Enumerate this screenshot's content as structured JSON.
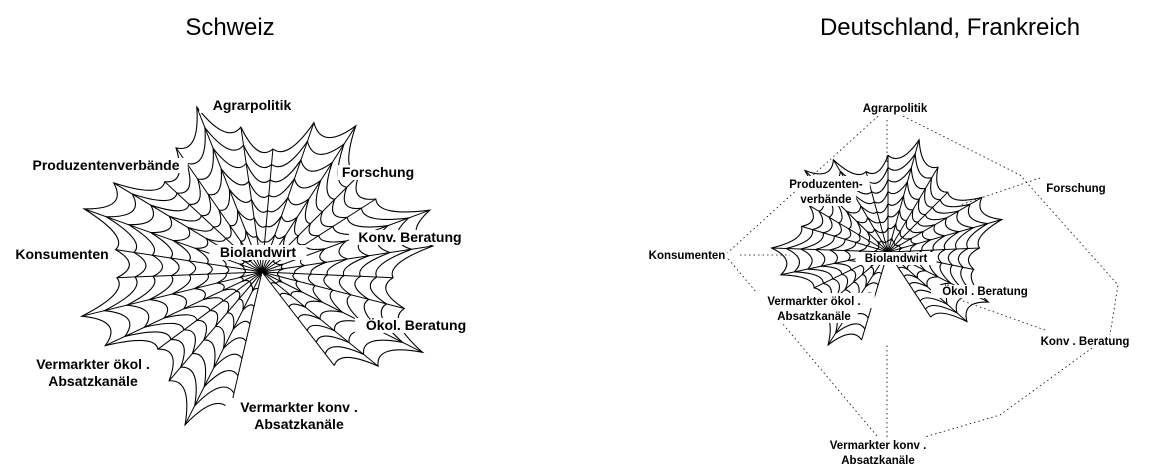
{
  "panels": {
    "left": {
      "title": "Schweiz",
      "center": "Biolandwirt",
      "labels": {
        "agrarpolitik": [
          "Agrarpolitik"
        ],
        "forschung": [
          "Forschung"
        ],
        "produzentenverbaende": [
          "Produzentenverbände"
        ],
        "konv_beratung": [
          "Konv. Beratung"
        ],
        "konsumenten": [
          "Konsumenten"
        ],
        "oekol_beratung": [
          "Ökol. Beratung"
        ],
        "vermarkter_oekol": [
          "Vermarkter ökol .",
          "Absatzkanäle"
        ],
        "vermarkter_konv": [
          "Vermarkter konv .",
          "Absatzkanäle"
        ]
      }
    },
    "right": {
      "title": "Deutschland, Frankreich",
      "center": "Biolandwirt",
      "labels": {
        "agrarpolitik": [
          "Agrarpolitik"
        ],
        "forschung": [
          "Forschung"
        ],
        "produzentenverbaende": [
          "Produzenten-",
          "verbände"
        ],
        "konsumenten": [
          "Konsumenten"
        ],
        "oekol_beratung": [
          "Ökol . Beratung"
        ],
        "vermarkter_oekol": [
          "Vermarkter ökol .",
          "Absatzkanäle"
        ],
        "konv_beratung": [
          "Konv . Beratung"
        ],
        "vermarkter_konv": [
          "Vermarkter konv  .",
          "Absatzkanäle"
        ]
      }
    }
  }
}
